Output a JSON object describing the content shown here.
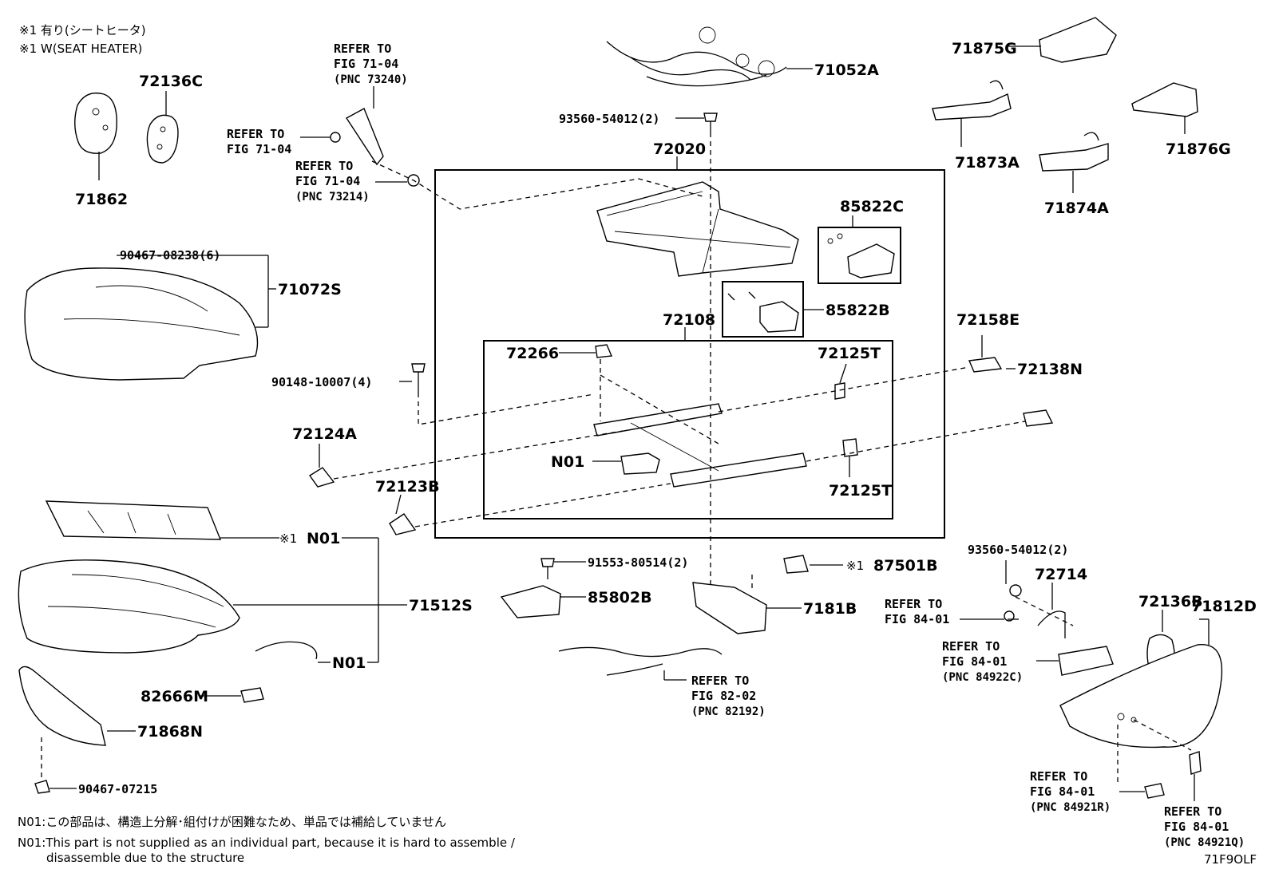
{
  "notes": {
    "header_jp": "※1 有り(シートヒータ)",
    "header_en": "※1 W(SEAT HEATER)",
    "footer_jp": "N01:この部品は、構造上分解･組付けが困難なため、単品では補給していません",
    "footer_en_1": "N01:This part is not supplied as an individual part, because it is hard to assemble /",
    "footer_en_2": "disassemble due to the structure",
    "figure_id": "71F9OLF"
  },
  "parts": {
    "p72136C": "72136C",
    "p71862": "71862",
    "p71052A": "71052A",
    "p71875G": "71875G",
    "p71873A": "71873A",
    "p71876G": "71876G",
    "p71874A": "71874A",
    "p93560_top": "93560-54012(2)",
    "p72020": "72020",
    "p85822C": "85822C",
    "p85822B": "85822B",
    "p90467_08238": "90467-08238(6)",
    "p71072S": "71072S",
    "p72108": "72108",
    "p72266": "72266",
    "p72125T_top": "72125T",
    "p72125T_bot": "72125T",
    "p72158E": "72158E",
    "p72138N": "72138N",
    "p90148": "90148-10007(4)",
    "p72124A": "72124A",
    "pN01_motor": "N01",
    "p72123B": "72123B",
    "pN01_heater_mark": "※1",
    "pN01_heater": "N01",
    "p71512S": "71512S",
    "pN01_wire": "N01",
    "p82666M": "82666M",
    "p71868N": "71868N",
    "p90467_07215": "90467-07215",
    "p91553": "91553-80514(2)",
    "p85802B": "85802B",
    "p7181B": "7181B",
    "p87501B_mark": "※1",
    "p87501B": "87501B",
    "p93560_right": "93560-54012(2)",
    "p72714": "72714",
    "p72136B": "72136B",
    "p71812D": "71812D"
  },
  "refs": {
    "ref_73240": {
      "l1": "REFER TO",
      "l2": "FIG 71-04",
      "l3": "(PNC 73240)"
    },
    "ref_71_04": {
      "l1": "REFER TO",
      "l2": "FIG 71-04"
    },
    "ref_73214": {
      "l1": "REFER TO",
      "l2": "FIG 71-04",
      "l3": "(PNC 73214)"
    },
    "ref_82192": {
      "l1": "REFER TO",
      "l2": "FIG 82-02",
      "l3": "(PNC 82192)"
    },
    "ref_84_01": {
      "l1": "REFER TO",
      "l2": "FIG 84-01"
    },
    "ref_84922C": {
      "l1": "REFER TO",
      "l2": "FIG 84-01",
      "l3": "(PNC 84922C)"
    },
    "ref_84921R": {
      "l1": "REFER TO",
      "l2": "FIG 84-01",
      "l3": "(PNC 84921R)"
    },
    "ref_84921Q": {
      "l1": "REFER TO",
      "l2": "FIG 84-01",
      "l3": "(PNC 84921Q)"
    }
  }
}
